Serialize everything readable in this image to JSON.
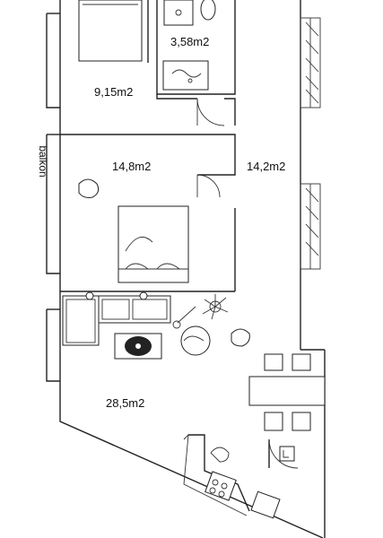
{
  "rooms": {
    "bathroom": {
      "area": "3,58m2"
    },
    "bedroom_small": {
      "area": "9,15m2"
    },
    "bedroom": {
      "area": "14,8m2"
    },
    "hall": {
      "area": "14,2m2"
    },
    "living": {
      "area": "28,5m2"
    }
  },
  "balcony": {
    "label": "balkon"
  }
}
